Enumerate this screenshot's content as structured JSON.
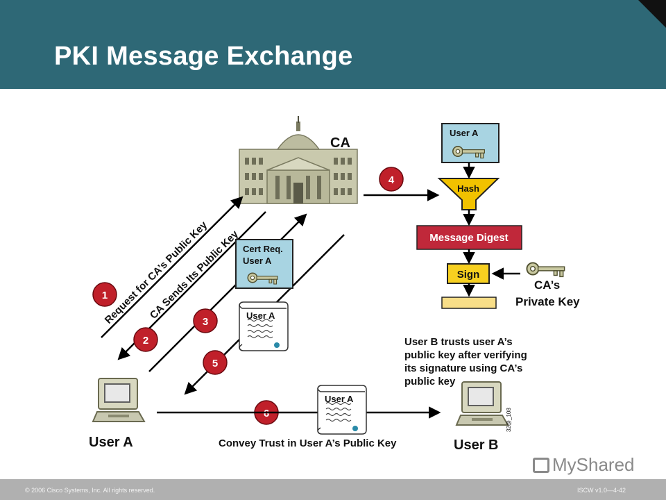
{
  "slide": {
    "title": "PKI Message Exchange",
    "footer_left": "© 2006 Cisco Systems, Inc. All rights reserved.",
    "footer_right": "ISCW v1.0—4-42",
    "watermark": "MyShared"
  },
  "diagram": {
    "ca_label": "CA",
    "user_a_label": "User A",
    "user_b_label": "User B",
    "steps": {
      "s1": "1",
      "s2": "2",
      "s3": "3",
      "s4": "4",
      "s5": "5",
      "s6": "6"
    },
    "request_label": "Request for CA’s Public Key",
    "ca_sends_label": "CA Sends Its Public Key",
    "cert_req_line1": "Cert Req.",
    "cert_req_line2": "User A",
    "certificate_label": "User A",
    "hash_input_label": "User A",
    "hash_label": "Hash",
    "message_digest_label": "Message Digest",
    "sign_label": "Sign",
    "ca_private_key_line1": "CA’s",
    "ca_private_key_line2": "Private Key",
    "trust_note": [
      "User B trusts user A’s",
      "public key after verifying",
      "its signature using CA’s",
      "public key"
    ],
    "convey_trust_label": "Convey Trust in User A’s Public Key",
    "figure_code": "32@_108",
    "colors": {
      "header": "#2e6876",
      "step_circle": "#c0202a",
      "hash_funnel": "#f2c200",
      "message_digest": "#c0283a",
      "sign_box": "#f7d020",
      "key_box": "#a8d4e2"
    },
    "icons": [
      "building-icon",
      "key-icon",
      "certificate-icon",
      "computer-icon"
    ]
  }
}
